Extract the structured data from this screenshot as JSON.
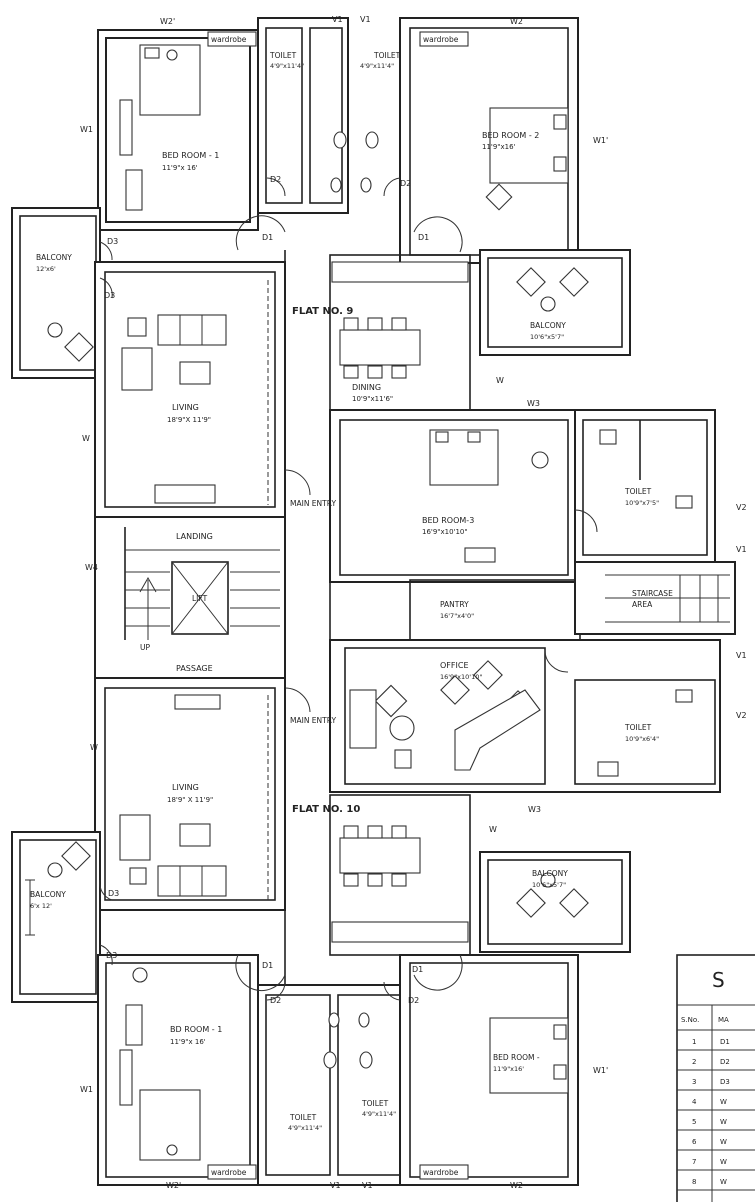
{
  "flats": [
    {
      "label": "FLAT NO. 9"
    },
    {
      "label": "FLAT NO. 10"
    }
  ],
  "rooms": [
    {
      "id": "bed1_top",
      "name": "BED ROOM - 1",
      "dims": "11'9\"x 16'"
    },
    {
      "id": "bed2_top",
      "name": "BED ROOM - 2",
      "dims": "11'9\"x16'"
    },
    {
      "id": "toilet_tl",
      "name": "TOILET",
      "dims": "4'9\"x11'4\""
    },
    {
      "id": "toilet_tr",
      "name": "TOILET",
      "dims": "4'9\"x11'4\""
    },
    {
      "id": "balcony_tl",
      "name": "BALCONY",
      "dims": "12'x6'"
    },
    {
      "id": "balcony_tr",
      "name": "BALCONY",
      "dims": "10'6\"x5'7\""
    },
    {
      "id": "living_top",
      "name": "LIVING",
      "dims": "18'9\"X 11'9\""
    },
    {
      "id": "dining_top",
      "name": "DINING",
      "dims": "10'9\"x11'6\""
    },
    {
      "id": "bed3",
      "name": "BED ROOM-3",
      "dims": "16'9\"x10'10\""
    },
    {
      "id": "toilet_b3",
      "name": "TOILET",
      "dims": "10'9\"x7'5\""
    },
    {
      "id": "pantry",
      "name": "PANTRY",
      "dims": "16'7\"x4'0\""
    },
    {
      "id": "staircase",
      "name": "STAIRCASE",
      "dims": "AREA"
    },
    {
      "id": "office",
      "name": "OFFICE",
      "dims": "16'9\"x10'10\""
    },
    {
      "id": "toilet_off",
      "name": "TOILET",
      "dims": "10'9\"x6'4\""
    },
    {
      "id": "living_bot",
      "name": "LIVING",
      "dims": "18'9\" X 11'9\""
    },
    {
      "id": "balcony_bl",
      "name": "BALCONY",
      "dims": "6'x 12'"
    },
    {
      "id": "balcony_br",
      "name": "BALCONY",
      "dims": "10'6\"x5'7\""
    },
    {
      "id": "bed1_bot",
      "name": "BD ROOM - 1",
      "dims": "11'9\"x 16'"
    },
    {
      "id": "bed_bot_r",
      "name": "BED ROOM -",
      "dims": "11'9\"x16'"
    },
    {
      "id": "toilet_bl",
      "name": "TOILET",
      "dims": "4'9\"x11'4\""
    },
    {
      "id": "toilet_br",
      "name": "TOILET",
      "dims": "4'9\"x11'4\""
    }
  ],
  "core": {
    "landing": "LANDING",
    "lift": "LIFT",
    "up": "UP",
    "passage": "PASSAGE",
    "main_entry": "MAIN ENTRY"
  },
  "fixtures": {
    "wardrobe": "wardrobe"
  },
  "openings": {
    "D1": "D1",
    "D2": "D2",
    "D3": "D3",
    "W": "W",
    "W1": "W1",
    "W1p": "W1'",
    "W2": "W2",
    "W2p": "W2'",
    "W3": "W3",
    "W4": "W4",
    "V1": "V1",
    "V2": "V2"
  },
  "schedule": {
    "title_partial": "S",
    "headers": [
      "S.No.",
      "MA"
    ],
    "rows": [
      [
        "1",
        "D1"
      ],
      [
        "2",
        "D2"
      ],
      [
        "3",
        "D3"
      ],
      [
        "4",
        "W"
      ],
      [
        "5",
        "W"
      ],
      [
        "6",
        "W"
      ],
      [
        "7",
        "W"
      ],
      [
        "8",
        "W"
      ]
    ]
  }
}
